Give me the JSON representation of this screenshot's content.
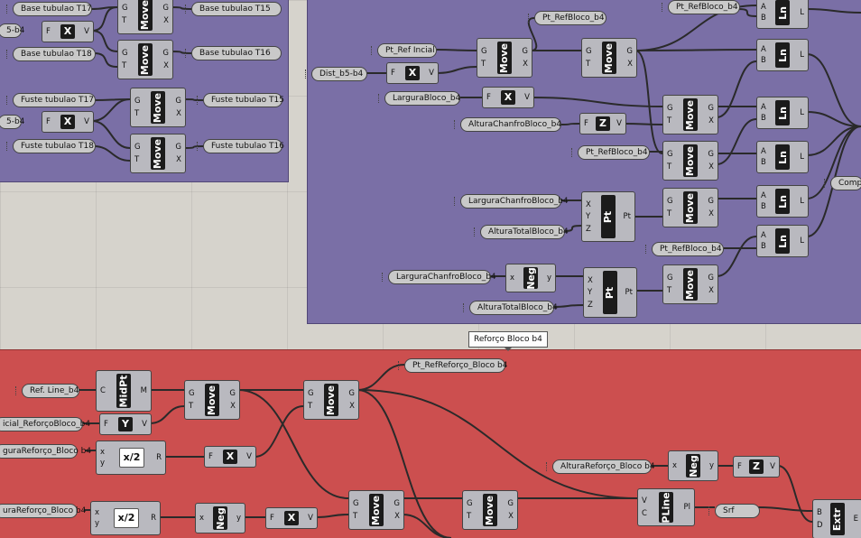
{
  "group_label": "Reforço Bloco b4",
  "panels": [
    {
      "id": "p1",
      "text": "Base tubulao T17"
    },
    {
      "id": "p2",
      "text": "Base tubulao T15"
    },
    {
      "id": "p3",
      "text": "5-b4"
    },
    {
      "id": "p4",
      "text": "Base tubulao T18"
    },
    {
      "id": "p5",
      "text": "Base tubulao T16"
    },
    {
      "id": "p6",
      "text": "Fuste tubulao T17"
    },
    {
      "id": "p7",
      "text": "Fuste tubulao T15"
    },
    {
      "id": "p8",
      "text": "5-b4"
    },
    {
      "id": "p9",
      "text": "Fuste tubulao T18"
    },
    {
      "id": "p10",
      "text": "Fuste tubulao T16"
    },
    {
      "id": "p11",
      "text": "Pt_RefBloco_b4"
    },
    {
      "id": "p12",
      "text": "Pt_Ref Incial"
    },
    {
      "id": "p13",
      "text": "Dist_b5-b4"
    },
    {
      "id": "p14",
      "text": "LarguraBloco_b4"
    },
    {
      "id": "p15",
      "text": "AlturaChanfroBloco_b4"
    },
    {
      "id": "p16",
      "text": "Pt_RefBloco_b4"
    },
    {
      "id": "p17",
      "text": "LarguraChanfroBloco_b4"
    },
    {
      "id": "p18",
      "text": "AlturaTotalBloco_b4"
    },
    {
      "id": "p19",
      "text": "LarguraChanfroBloco_b4"
    },
    {
      "id": "p20",
      "text": "AlturaTotalBloco_b4"
    },
    {
      "id": "p21",
      "text": "Pt_RefBloco_b4"
    },
    {
      "id": "p22",
      "text": "Pt_RefBloco_b4"
    },
    {
      "id": "p23",
      "text": "Compri"
    },
    {
      "id": "p24",
      "text": "Pt_RefReforço_Bloco b4"
    },
    {
      "id": "p25",
      "text": "Ref. Line_b4"
    },
    {
      "id": "p26",
      "text": "icial_ReforçoBloco_b4"
    },
    {
      "id": "p27",
      "text": "guraReforço_Bloco b4"
    },
    {
      "id": "p28",
      "text": "AlturaReforço_Bloco b4"
    },
    {
      "id": "p29",
      "text": "uraReforço_Bloco b4"
    },
    {
      "id": "p30",
      "text": "Srf"
    }
  ],
  "components": [
    {
      "id": "c_move1",
      "name": "Move",
      "inputs": [
        "G",
        "T"
      ],
      "outputs": [
        "G",
        "X"
      ]
    },
    {
      "id": "c_x1",
      "name": "X",
      "inputs": [
        "F"
      ],
      "outputs": [
        "V"
      ]
    },
    {
      "id": "c_move2",
      "name": "Move",
      "inputs": [
        "G",
        "T"
      ],
      "outputs": [
        "G",
        "X"
      ]
    },
    {
      "id": "c_move3",
      "name": "Move",
      "inputs": [
        "G",
        "T"
      ],
      "outputs": [
        "G",
        "X"
      ]
    },
    {
      "id": "c_x2",
      "name": "X",
      "inputs": [
        "F"
      ],
      "outputs": [
        "V"
      ]
    },
    {
      "id": "c_move4",
      "name": "Move",
      "inputs": [
        "G",
        "T"
      ],
      "outputs": [
        "G",
        "X"
      ]
    },
    {
      "id": "c_move5",
      "name": "Move",
      "inputs": [
        "G",
        "T"
      ],
      "outputs": [
        "G",
        "X"
      ]
    },
    {
      "id": "c_x3",
      "name": "X",
      "inputs": [
        "F"
      ],
      "outputs": [
        "V"
      ]
    },
    {
      "id": "c_move6",
      "name": "Move",
      "inputs": [
        "G",
        "T"
      ],
      "outputs": [
        "G",
        "X"
      ]
    },
    {
      "id": "c_x4",
      "name": "X",
      "inputs": [
        "F"
      ],
      "outputs": [
        "V"
      ]
    },
    {
      "id": "c_z1",
      "name": "Z",
      "inputs": [
        "F"
      ],
      "outputs": [
        "V"
      ]
    },
    {
      "id": "c_move7",
      "name": "Move",
      "inputs": [
        "G",
        "T"
      ],
      "outputs": [
        "G",
        "X"
      ]
    },
    {
      "id": "c_move8",
      "name": "Move",
      "inputs": [
        "G",
        "T"
      ],
      "outputs": [
        "G",
        "X"
      ]
    },
    {
      "id": "c_pt1",
      "name": "Pt",
      "inputs": [
        "X",
        "Y",
        "Z"
      ],
      "outputs": [
        "Pt"
      ]
    },
    {
      "id": "c_move9",
      "name": "Move",
      "inputs": [
        "G",
        "T"
      ],
      "outputs": [
        "G",
        "X"
      ]
    },
    {
      "id": "c_neg1",
      "name": "Neg",
      "inputs": [
        "x"
      ],
      "outputs": [
        "y"
      ]
    },
    {
      "id": "c_pt2",
      "name": "Pt",
      "inputs": [
        "X",
        "Y",
        "Z"
      ],
      "outputs": [
        "Pt"
      ]
    },
    {
      "id": "c_move10",
      "name": "Move",
      "inputs": [
        "G",
        "T"
      ],
      "outputs": [
        "G",
        "X"
      ]
    },
    {
      "id": "c_ln1",
      "name": "Ln",
      "inputs": [
        "A",
        "B"
      ],
      "outputs": [
        "L"
      ]
    },
    {
      "id": "c_ln2",
      "name": "Ln",
      "inputs": [
        "A",
        "B"
      ],
      "outputs": [
        "L"
      ]
    },
    {
      "id": "c_ln3",
      "name": "Ln",
      "inputs": [
        "A",
        "B"
      ],
      "outputs": [
        "L"
      ]
    },
    {
      "id": "c_ln4",
      "name": "Ln",
      "inputs": [
        "A",
        "B"
      ],
      "outputs": [
        "L"
      ]
    },
    {
      "id": "c_ln5",
      "name": "Ln",
      "inputs": [
        "A",
        "B"
      ],
      "outputs": [
        "L"
      ]
    },
    {
      "id": "c_ln6",
      "name": "Ln",
      "inputs": [
        "A",
        "B"
      ],
      "outputs": [
        "L"
      ]
    },
    {
      "id": "c_midpt",
      "name": "MidPt",
      "inputs": [
        "C"
      ],
      "outputs": [
        "M"
      ]
    },
    {
      "id": "c_move11",
      "name": "Move",
      "inputs": [
        "G",
        "T"
      ],
      "outputs": [
        "G",
        "X"
      ]
    },
    {
      "id": "c_move12",
      "name": "Move",
      "inputs": [
        "G",
        "T"
      ],
      "outputs": [
        "G",
        "X"
      ]
    },
    {
      "id": "c_y1",
      "name": "Y",
      "inputs": [
        "F"
      ],
      "outputs": [
        "V"
      ]
    },
    {
      "id": "c_div1",
      "name": "x/2",
      "inputs": [
        "x",
        "y"
      ],
      "outputs": [
        "R"
      ]
    },
    {
      "id": "c_x5",
      "name": "X",
      "inputs": [
        "F"
      ],
      "outputs": [
        "V"
      ]
    },
    {
      "id": "c_neg2",
      "name": "Neg",
      "inputs": [
        "x"
      ],
      "outputs": [
        "y"
      ]
    },
    {
      "id": "c_z2",
      "name": "Z",
      "inputs": [
        "F"
      ],
      "outputs": [
        "V"
      ]
    },
    {
      "id": "c_div2",
      "name": "x/2",
      "inputs": [
        "x",
        "y"
      ],
      "outputs": [
        "R"
      ]
    },
    {
      "id": "c_neg3",
      "name": "Neg",
      "inputs": [
        "x"
      ],
      "outputs": [
        "y"
      ]
    },
    {
      "id": "c_x6",
      "name": "X",
      "inputs": [
        "F"
      ],
      "outputs": [
        "V"
      ]
    },
    {
      "id": "c_move13",
      "name": "Move",
      "inputs": [
        "G",
        "T"
      ],
      "outputs": [
        "G",
        "X"
      ]
    },
    {
      "id": "c_move14",
      "name": "Move",
      "inputs": [
        "G",
        "T"
      ],
      "outputs": [
        "G",
        "X"
      ]
    },
    {
      "id": "c_pline",
      "name": "PLine",
      "inputs": [
        "V",
        "C"
      ],
      "outputs": [
        "Pl"
      ]
    },
    {
      "id": "c_extr",
      "name": "Extr",
      "inputs": [
        "B",
        "D"
      ],
      "outputs": [
        "E"
      ]
    }
  ],
  "colors": {
    "canvas": "#d6d3cc",
    "group_purple": "#7a6fa6",
    "group_red": "#cc4f4f",
    "component": "#b9b9bf",
    "wire": "#2a2a2a"
  }
}
